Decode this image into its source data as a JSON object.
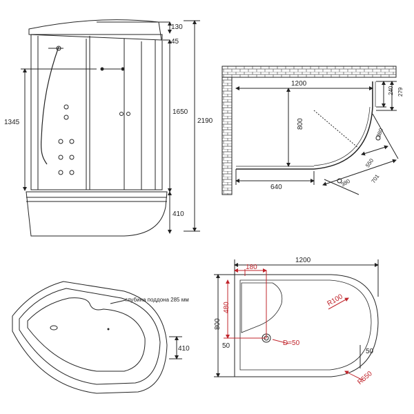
{
  "colors": {
    "line": "#222222",
    "accent": "#c0242b",
    "brick": "#555555"
  },
  "front_view": {
    "dims": {
      "top_gap": "130",
      "top_small": "45",
      "door_height": "1650",
      "total_height": "2190",
      "panel_height": "1345",
      "tray_height": "410"
    }
  },
  "top_view": {
    "dims": {
      "width": "1200",
      "depth": "800",
      "side_a": "240",
      "side_b": "279",
      "door_left": "640",
      "radius_a": "380",
      "radius_b": "380",
      "radius_c": "550",
      "diag": "701"
    },
    "radius_prefix": "R"
  },
  "tray_3d": {
    "depth_label": "глубина поддона 285 мм",
    "height": "410"
  },
  "tray_plan": {
    "dims": {
      "width": "1200",
      "depth": "800",
      "seat_width": "180",
      "seat_depth": "480",
      "drain_offset": "50",
      "side_margin": "50",
      "radius_small": "R100",
      "radius_large": "R550",
      "drain_diameter": "D=50"
    }
  }
}
